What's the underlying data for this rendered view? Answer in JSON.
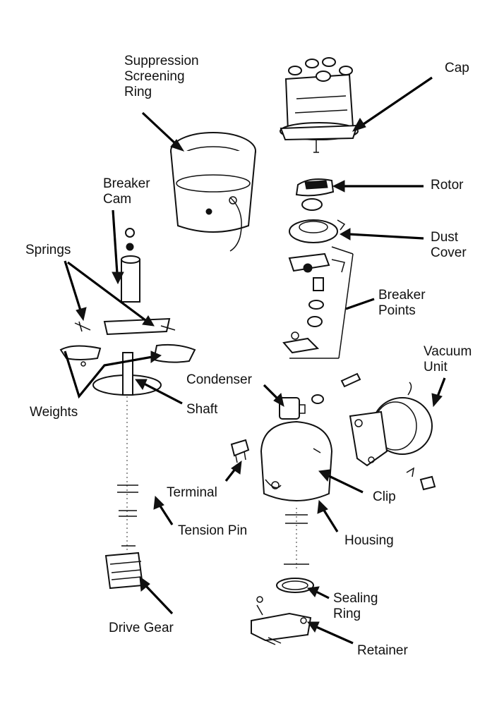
{
  "labels": {
    "suppression_ring": [
      "Suppression",
      "Screening",
      "Ring"
    ],
    "cap": "Cap",
    "rotor": "Rotor",
    "dust_cover": [
      "Dust",
      "Cover"
    ],
    "breaker_cam": [
      "Breaker",
      "Cam"
    ],
    "springs": "Springs",
    "breaker_points": [
      "Breaker",
      "Points"
    ],
    "vacuum_unit": [
      "Vacuum",
      "Unit"
    ],
    "condenser": "Condenser",
    "weights": "Weights",
    "shaft": "Shaft",
    "terminal": "Terminal",
    "clip": "Clip",
    "tension_pin": "Tension Pin",
    "housing": "Housing",
    "sealing_ring": [
      "Sealing",
      "Ring"
    ],
    "drive_gear": "Drive Gear",
    "retainer": "Retainer"
  }
}
